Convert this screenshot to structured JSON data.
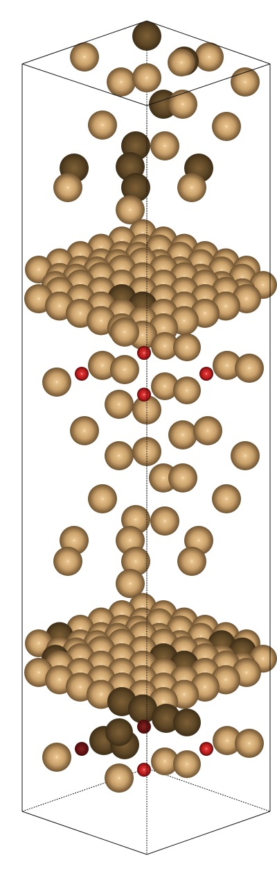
{
  "structure": {
    "kind": "atomic slab model in periodic unit cell",
    "slab_count": 2,
    "colors": {
      "background": "#ffffff",
      "cell_edges": "#111111",
      "metal_atom": "#d7b07a",
      "metal_atom_shade": "#7a5a33",
      "metal_atom_dark": "#5e4726",
      "adsorbate_atom": "#d42a2a",
      "adsorbate_atom_shade": "#6a0a0a",
      "adsorbate_atom_dark": "#6e1414"
    },
    "atom_species": [
      {
        "id": "metal-atom",
        "icon": "tan-sphere-icon"
      },
      {
        "id": "adsorbate-atom",
        "icon": "red-sphere-icon"
      }
    ]
  }
}
